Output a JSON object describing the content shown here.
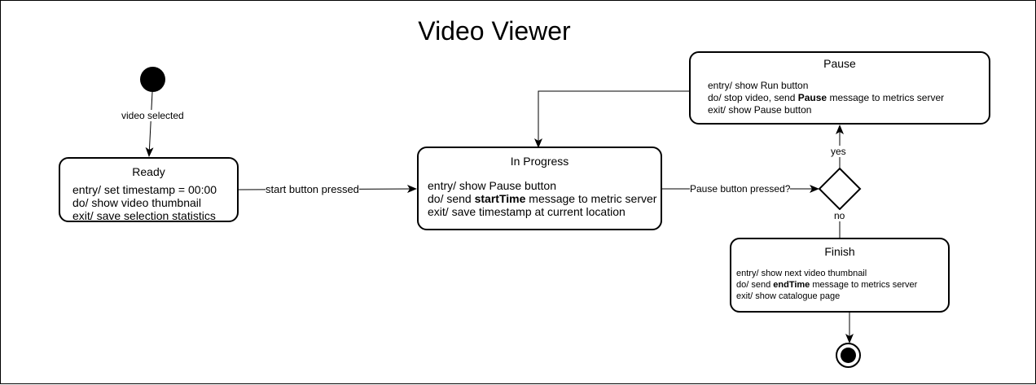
{
  "diagram": {
    "title": "Video Viewer",
    "states": {
      "ready": {
        "name": "Ready",
        "entry": "entry/ set timestamp = 00:00",
        "do": "do/ show video thumbnail",
        "exit": "exit/ save selection statistics"
      },
      "in_progress": {
        "name": "In Progress",
        "entry": "entry/ show Pause button",
        "do_prefix": "do/ send ",
        "do_bold": "startTime",
        "do_suffix": " message to metric server",
        "exit": "exit/ save timestamp at current location"
      },
      "pause": {
        "name": "Pause",
        "entry": "entry/ show Run button",
        "do_prefix": "do/ stop video, send ",
        "do_bold": "Pause",
        "do_suffix": " message to metrics server",
        "exit": "exit/ show Pause button"
      },
      "finish": {
        "name": "Finish",
        "entry": "entry/ show next video thumbnail",
        "do_prefix": "do/ send ",
        "do_bold": "endTime",
        "do_suffix": " message to metrics server",
        "exit": "exit/ show catalogue page"
      }
    },
    "transitions": {
      "video_selected": "video selected",
      "start_button_pressed": "start button pressed",
      "pause_button_pressed": "Pause button pressed?",
      "yes": "yes",
      "no": "no"
    }
  }
}
